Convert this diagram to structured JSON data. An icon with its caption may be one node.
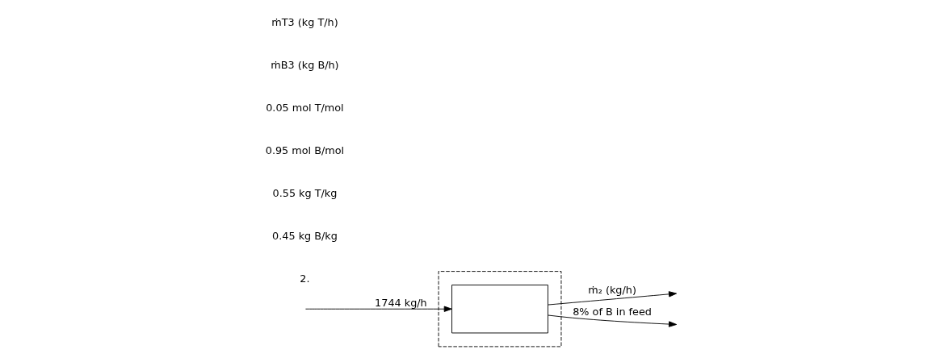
{
  "diagram": {
    "nodes": [
      {
        "text": [],
        "shape": "box"
      },
      {
        "text": [],
        "shape": "box",
        "in": 0
      }
    ],
    "edges": [
      {
        "from": null,
        "to": 1,
        "arrow": "to",
        "label": "1744 kg/h"
      },
      {
        "from": 1,
        "to": null,
        "arrow": "to",
        "label": "ṁ₂ (kg/h)"
      },
      {
        "from": 1,
        "to": null,
        "arrow": "to",
        "label": "8% of B in feed"
      }
    ],
    "labels": [
      "2.",
      "0.45 kg B/kg",
      "0.55 kg T/kg",
      "0.95 mol B/mol",
      "0.05 mol T/mol",
      "ṁB3 (kg B/h)",
      "ṁT3 (kg T/h)"
    ]
  }
}
